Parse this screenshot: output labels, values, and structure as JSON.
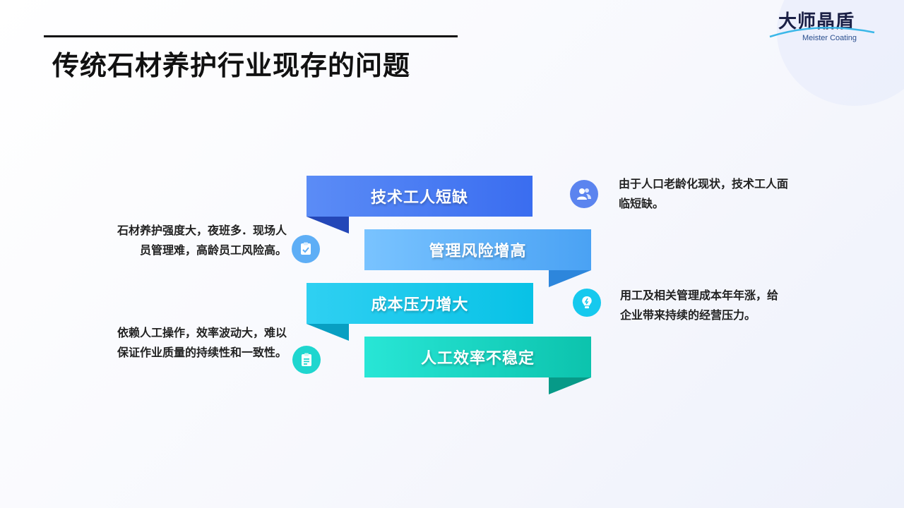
{
  "page": {
    "title": "传统石材养护行业现存的问题"
  },
  "logo": {
    "name_cn": "大师晶盾",
    "name_en": "Meister Coating"
  },
  "items": [
    {
      "label": "技术工人短缺",
      "description": "由于人口老龄化现状，技术工人面临短缺。",
      "icon": "users-icon",
      "color_start": "#5b8cf6",
      "color_end": "#3a6df0"
    },
    {
      "label": "管理风险增高",
      "description": "石材养护强度大，夜班多．现场人员管理难，高龄员工风险高。",
      "icon": "checklist-icon",
      "color_start": "#79c3ff",
      "color_end": "#4aa2f4"
    },
    {
      "label": "成本压力增大",
      "description": "用工及相关管理成本年年涨，给企业带来持续的经营压力。",
      "icon": "lightbulb-icon",
      "color_start": "#2fd0f2",
      "color_end": "#08c2e6"
    },
    {
      "label": "人工效率不稳定",
      "description": "依赖人工操作，效率波动大，难以保证作业质量的持续性和一致性。",
      "icon": "clipboard-icon",
      "color_start": "#28e6d6",
      "color_end": "#0cc3ad"
    }
  ]
}
